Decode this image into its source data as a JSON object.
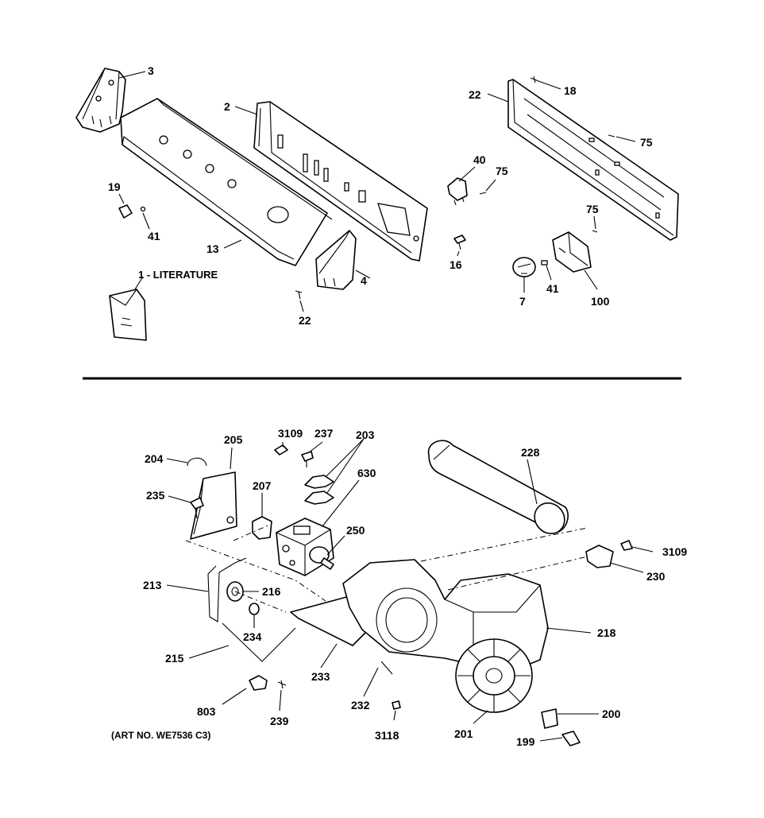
{
  "art_number": "(ART NO. WE7536 C3)",
  "callouts": {
    "c1": "1 - LITERATURE",
    "c2": "2",
    "c3": "3",
    "c4": "4",
    "c7": "7",
    "c13": "13",
    "c16": "16",
    "c18": "18",
    "c19": "19",
    "c22a": "22",
    "c22b": "22",
    "c40": "40",
    "c41a": "41",
    "c41b": "41",
    "c75a": "75",
    "c75b": "75",
    "c75c": "75",
    "c100": "100",
    "c199": "199",
    "c200": "200",
    "c201": "201",
    "c203": "203",
    "c204": "204",
    "c205": "205",
    "c207": "207",
    "c213": "213",
    "c215": "215",
    "c216": "216",
    "c218": "218",
    "c228": "228",
    "c230": "230",
    "c232": "232",
    "c233": "233",
    "c234": "234",
    "c235": "235",
    "c237": "237",
    "c239": "239",
    "c250": "250",
    "c630": "630",
    "c803": "803",
    "c3109a": "3109",
    "c3109b": "3109",
    "c3118": "3118"
  }
}
